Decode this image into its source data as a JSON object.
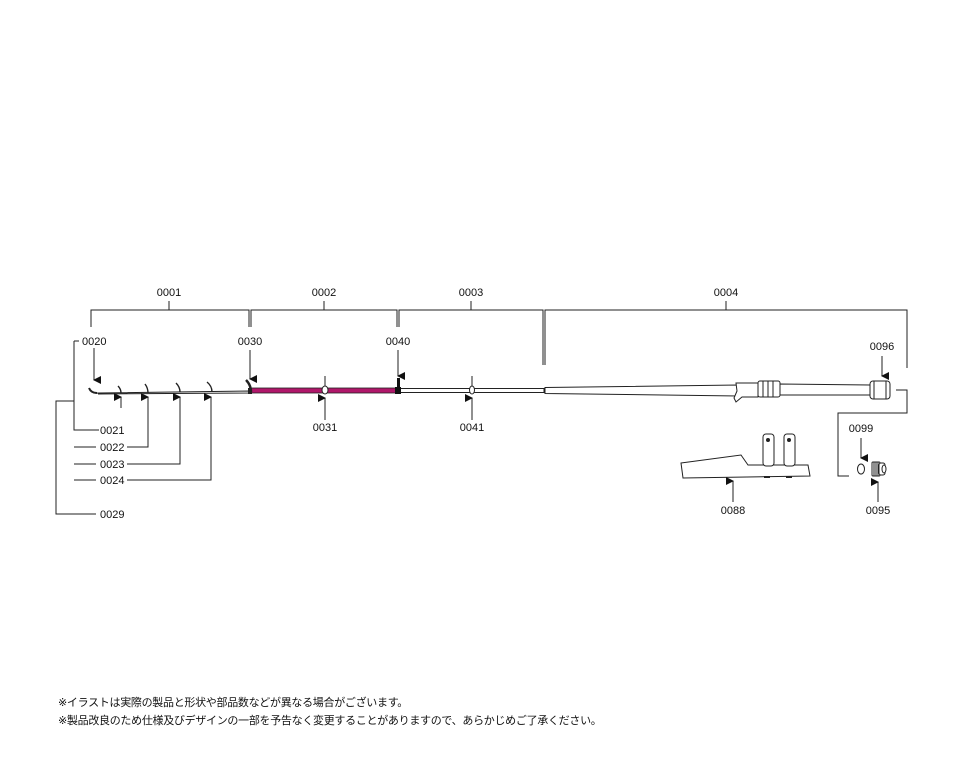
{
  "parts": {
    "p0001": "0001",
    "p0002": "0002",
    "p0003": "0003",
    "p0004": "0004",
    "p0020": "0020",
    "p0021": "0021",
    "p0022": "0022",
    "p0023": "0023",
    "p0024": "0024",
    "p0029": "0029",
    "p0030": "0030",
    "p0031": "0031",
    "p0040": "0040",
    "p0041": "0041",
    "p0088": "0088",
    "p0095": "0095",
    "p0096": "0096",
    "p0099": "0099"
  },
  "notes": [
    "※イラストは実際の製品と形状や部品数などが異なる場合がございます。",
    "※製品改良のため仕様及びデザインの一部を予告なく変更することがありますので、あらかじめご了承ください。"
  ],
  "colors": {
    "line": "#222222",
    "rod_section_highlight": "#b0176a",
    "rod_body": "#ffffff"
  }
}
